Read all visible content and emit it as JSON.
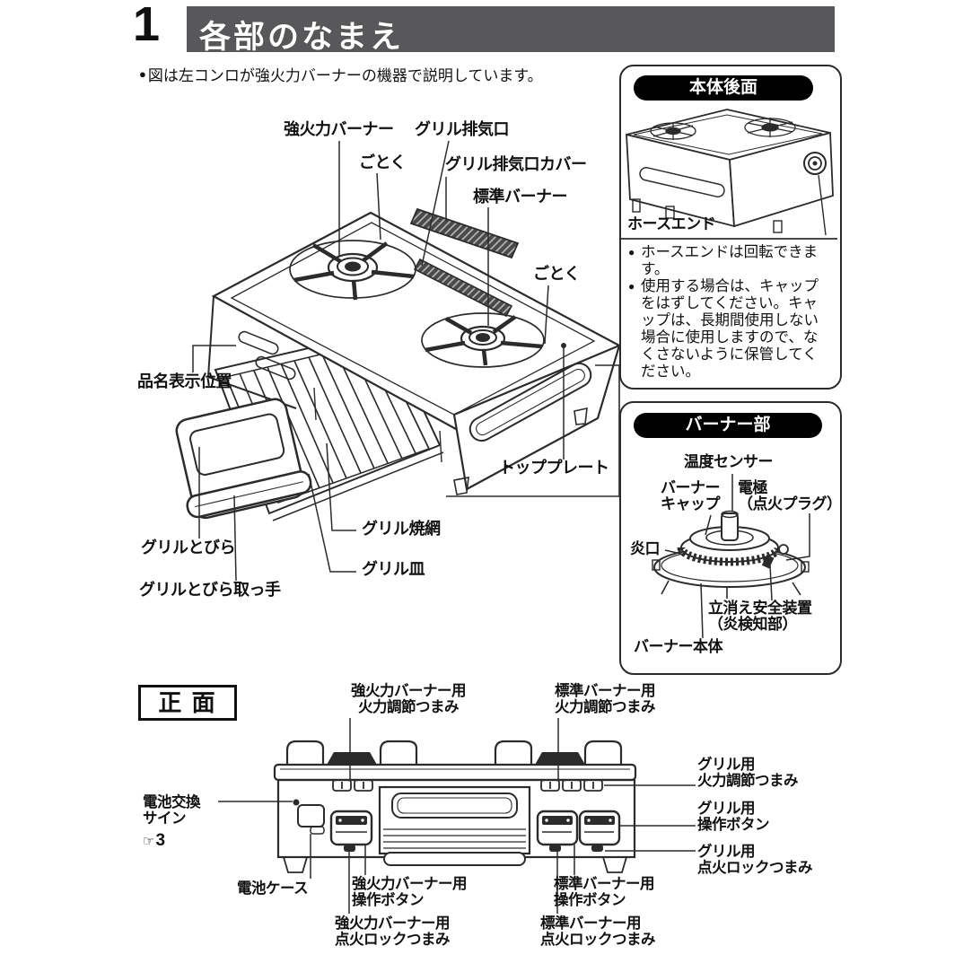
{
  "glyphs": {
    "bullet": "●",
    "ref_icon": "☞"
  },
  "colors": {
    "header_bar": "#58585b",
    "pill_bg": "#000000",
    "ink": "#111111",
    "line_art": "#2b2b2b"
  },
  "header": {
    "number": "1",
    "title": "各部のなまえ"
  },
  "intro": {
    "text": "図は左コンロが強火力バーナーの機器で説明しています。"
  },
  "main_diagram": {
    "high_power_burner": "強火力バーナー",
    "grill_exhaust": "グリル排気口",
    "trivet_left": "ごとく",
    "grill_exhaust_cover": "グリル排気口カバー",
    "standard_burner": "標準バーナー",
    "trivet_right": "ごとく",
    "product_name_position": "品名表示位置",
    "top_plate": "トッププレート",
    "grill_grate": "グリル焼網",
    "grill_door": "グリルとびら",
    "grill_pan": "グリル皿",
    "grill_door_handle": "グリルとびら取っ手"
  },
  "rear_panel": {
    "title": "本体後面",
    "hose_end": "ホースエンド",
    "notes": [
      "ホースエンドは回転できます。",
      "使用する場合は、キャップをはずしてください。キャップは、長期間使用しない場合に使用しますので、なくさないように保管してください。"
    ]
  },
  "burner_panel": {
    "title": "バーナー部",
    "temp_sensor": "温度センサー",
    "burner_cap": "バーナー\nキャップ",
    "electrode": "電極\n（点火プラグ）",
    "flame_port": "炎口",
    "flame_failure_device": "立消え安全装置\n（炎検知部）",
    "burner_body": "バーナー本体"
  },
  "front_view": {
    "title": "正 面",
    "hp_knob": "強火力バーナー用\n火力調節つまみ",
    "std_knob": "標準バーナー用\n火力調節つまみ",
    "grill_knob": "グリル用\n火力調節つまみ",
    "grill_button": "グリル用\n操作ボタン",
    "grill_lock": "グリル用\n点火ロックつまみ",
    "battery_sign": "電池交換\nサイン",
    "battery_sign_ref": "3",
    "battery_case": "電池ケース",
    "hp_button": "強火力バーナー用\n操作ボタン",
    "std_button": "標準バーナー用\n操作ボタン",
    "hp_lock": "強火力バーナー用\n点火ロックつまみ",
    "std_lock": "標準バーナー用\n点火ロックつまみ"
  }
}
